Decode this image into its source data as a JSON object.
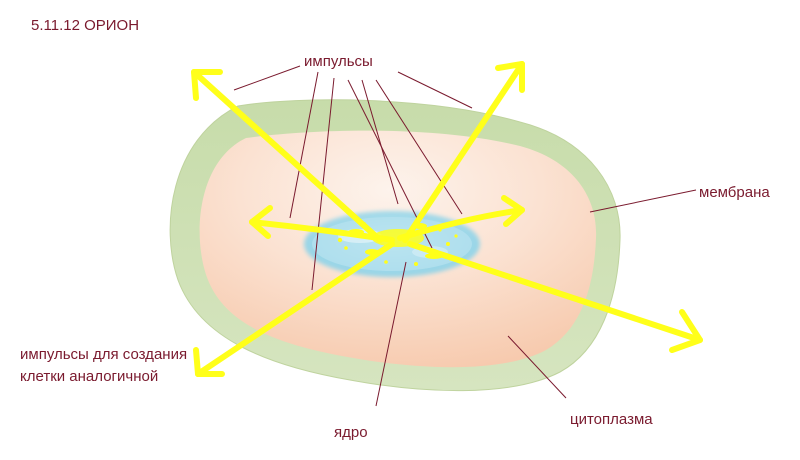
{
  "title": "5.11.12 ОРИОН",
  "labels": {
    "impulses": "импульсы",
    "membrane": "мембрана",
    "impulses_new_cell": "импульсы для создания\nклетки аналогичной",
    "nucleus": "ядро",
    "cytoplasm": "цитоплазма"
  },
  "colors": {
    "label_text": "#7a1a2e",
    "leader_line": "#7a1a2e",
    "membrane": "#cfe0b4",
    "cytoplasm_inner": "#fdf3ec",
    "cytoplasm_outer": "#f8cdb0",
    "nucleus": "#aee0ee",
    "arrow": "#ffff1a"
  }
}
